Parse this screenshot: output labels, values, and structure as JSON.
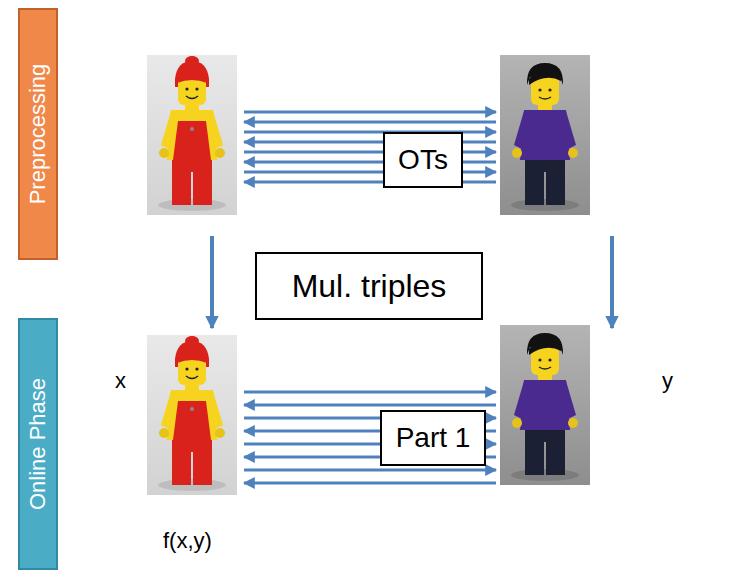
{
  "diagram": {
    "nodes": [
      {
        "text": [
          "Preprocessing"
        ]
      },
      {
        "text": [
          "OTs"
        ]
      },
      {
        "text": [
          "Mul. triples"
        ]
      },
      {
        "text": [
          "Online Phase"
        ]
      },
      {
        "text": [
          "Part 1"
        ]
      }
    ],
    "labels": [
      "x",
      "y",
      "f(x,y)"
    ]
  }
}
